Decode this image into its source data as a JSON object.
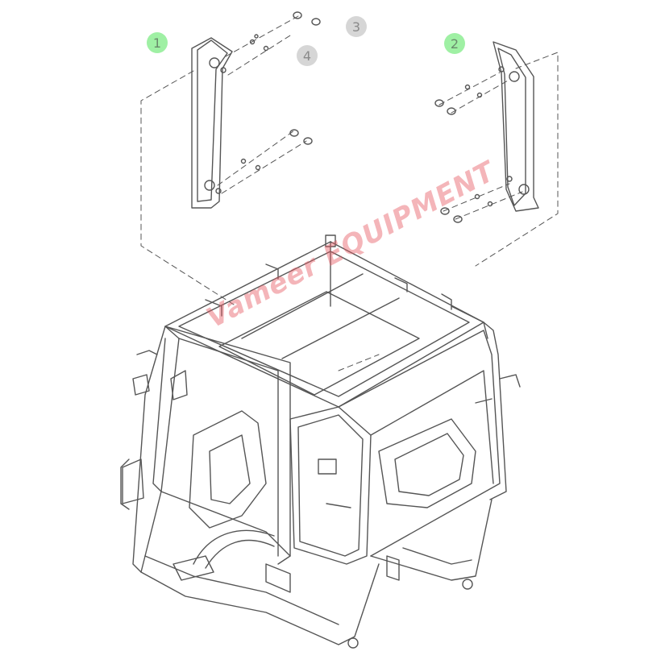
{
  "callouts": [
    {
      "id": "1",
      "style": "green"
    },
    {
      "id": "2",
      "style": "green"
    },
    {
      "id": "3",
      "style": "grey"
    },
    {
      "id": "4",
      "style": "grey"
    }
  ],
  "watermark": {
    "text": "Vameer EQUIPMENT"
  },
  "colors": {
    "line": "#555555",
    "callout_green": "#9ff0a4",
    "callout_grey": "#d6d6d6",
    "watermark": "#e65a64"
  }
}
